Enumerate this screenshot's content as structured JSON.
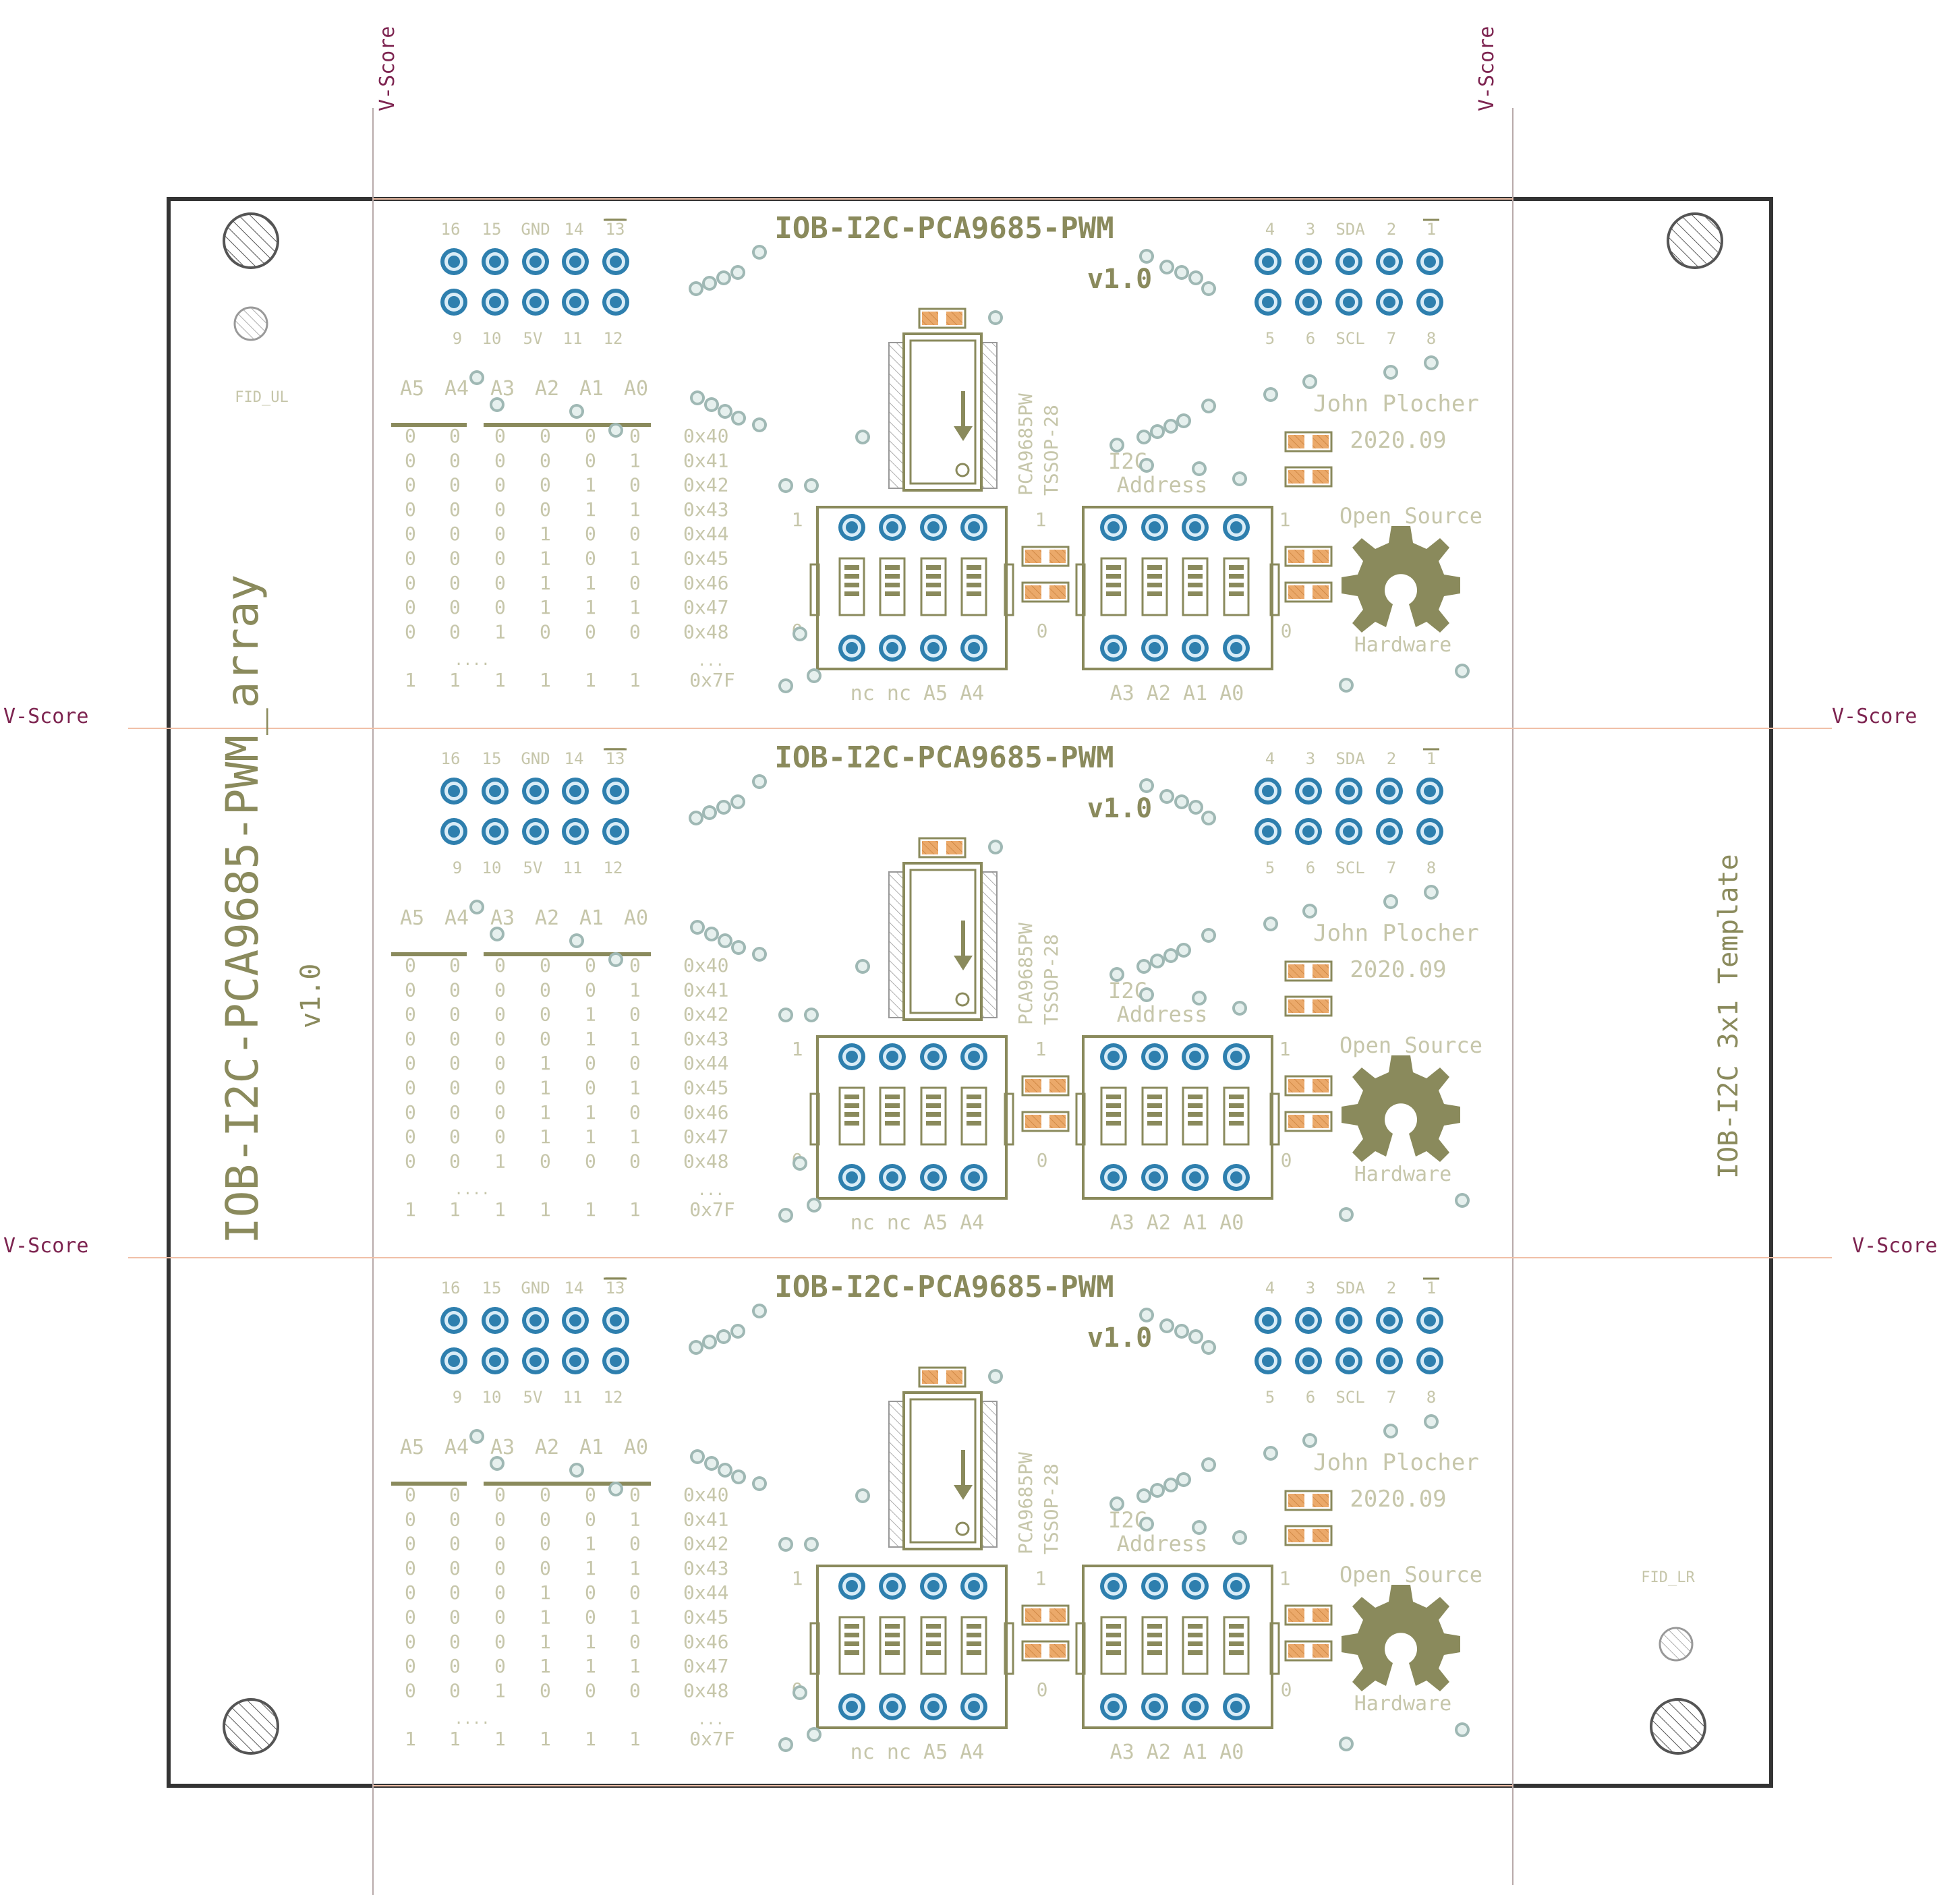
{
  "panel": {
    "side_title": "IOB-I2C-PCA9685-PWM_array",
    "side_version": "v1.0",
    "right_label": "IOB-I2C 3x1 Template",
    "vscore_label": "V-Score",
    "fid_ul": "FID_UL",
    "fid_lr": "FID_LR"
  },
  "module": {
    "title": "IOB-I2C-PCA9685-PWM",
    "version": "v1.0",
    "author": "John Plocher",
    "date": "2020.09",
    "oshw_top": "Open Source",
    "oshw_bottom": "Hardware",
    "chip_name": "PCA9685PW",
    "chip_package": "TSSOP-28",
    "i2c_line1": "I2C",
    "i2c_line2": "Address",
    "left_header_top": [
      "16",
      "15",
      "GND",
      "14",
      "13"
    ],
    "left_header_bottom": [
      "9",
      "10",
      "5V",
      "11",
      "12"
    ],
    "right_header_top": [
      "4",
      "3",
      "SDA",
      "2",
      "1"
    ],
    "right_header_bottom": [
      "5",
      "6",
      "SCL",
      "7",
      "8"
    ],
    "addr_headers": [
      "A5",
      "A4",
      "A3",
      "A2",
      "A1",
      "A0"
    ],
    "addr_rows": [
      [
        "0",
        "0",
        "0",
        "0",
        "0",
        "0"
      ],
      [
        "0",
        "0",
        "0",
        "0",
        "0",
        "1"
      ],
      [
        "0",
        "0",
        "0",
        "0",
        "1",
        "0"
      ],
      [
        "0",
        "0",
        "0",
        "0",
        "1",
        "1"
      ],
      [
        "0",
        "0",
        "0",
        "1",
        "0",
        "0"
      ],
      [
        "0",
        "0",
        "0",
        "1",
        "0",
        "1"
      ],
      [
        "0",
        "0",
        "0",
        "1",
        "1",
        "0"
      ],
      [
        "0",
        "0",
        "0",
        "1",
        "1",
        "1"
      ],
      [
        "0",
        "0",
        "1",
        "0",
        "0",
        "0"
      ]
    ],
    "addr_ellipsis": "....",
    "addr_last": [
      "1",
      "1",
      "1",
      "1",
      "1",
      "1"
    ],
    "hex_values": [
      "0x40",
      "0x41",
      "0x42",
      "0x43",
      "0x44",
      "0x45",
      "0x46",
      "0x47",
      "0x48"
    ],
    "hex_ellipsis": "...",
    "hex_last": "0x7F",
    "sw_one": "1",
    "sw_zero": "0",
    "sw1_pins": "nc nc A5 A4",
    "sw2_pins": "A3 A2 A1 A0"
  },
  "colors": {
    "silk": "#8a8a5c",
    "silk_faint": "#c6c6aa",
    "pad": "#2e7fae",
    "smd": "#eba96a",
    "vscore": "#7d2450",
    "outline": "#333333",
    "dim_line": "#f0c0a8"
  }
}
